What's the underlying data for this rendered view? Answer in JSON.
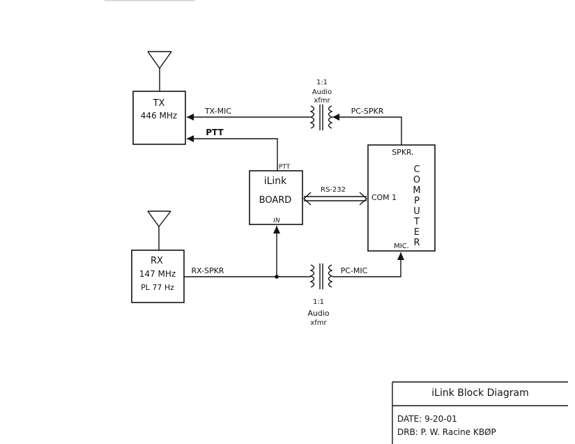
{
  "tx": {
    "title": "TX",
    "freq": "446 MHz"
  },
  "rx": {
    "title": "RX",
    "freq": "147 MHz",
    "pl": "PL 77 Hz"
  },
  "ilink": {
    "line1": "iLink",
    "line2": "BOARD",
    "ptt_pin": "PTT",
    "in_pin": "IN"
  },
  "computer": {
    "vertical": [
      "C",
      "O",
      "M",
      "P",
      "U",
      "T",
      "E",
      "R"
    ],
    "spkr": "SPKR.",
    "com": "COM 1",
    "mic": "MIC."
  },
  "signals": {
    "tx_mic": "TX-MIC",
    "pc_spkr": "PC-SPKR",
    "ptt": "PTT",
    "rs232": "RS-232",
    "rx_spkr": "RX-SPKR",
    "pc_mic": "PC-MIC"
  },
  "xfmr_top": {
    "ratio": "1:1",
    "line1": "Audio",
    "line2": "xfmr"
  },
  "xfmr_bottom": {
    "ratio": "1:1",
    "line1": "Audio",
    "line2": "xfmr"
  },
  "title_block": {
    "title": "iLink Block Diagram",
    "date": "DATE: 9-20-01",
    "drawn_by": "DRB: P. W. Racine KBØP"
  }
}
